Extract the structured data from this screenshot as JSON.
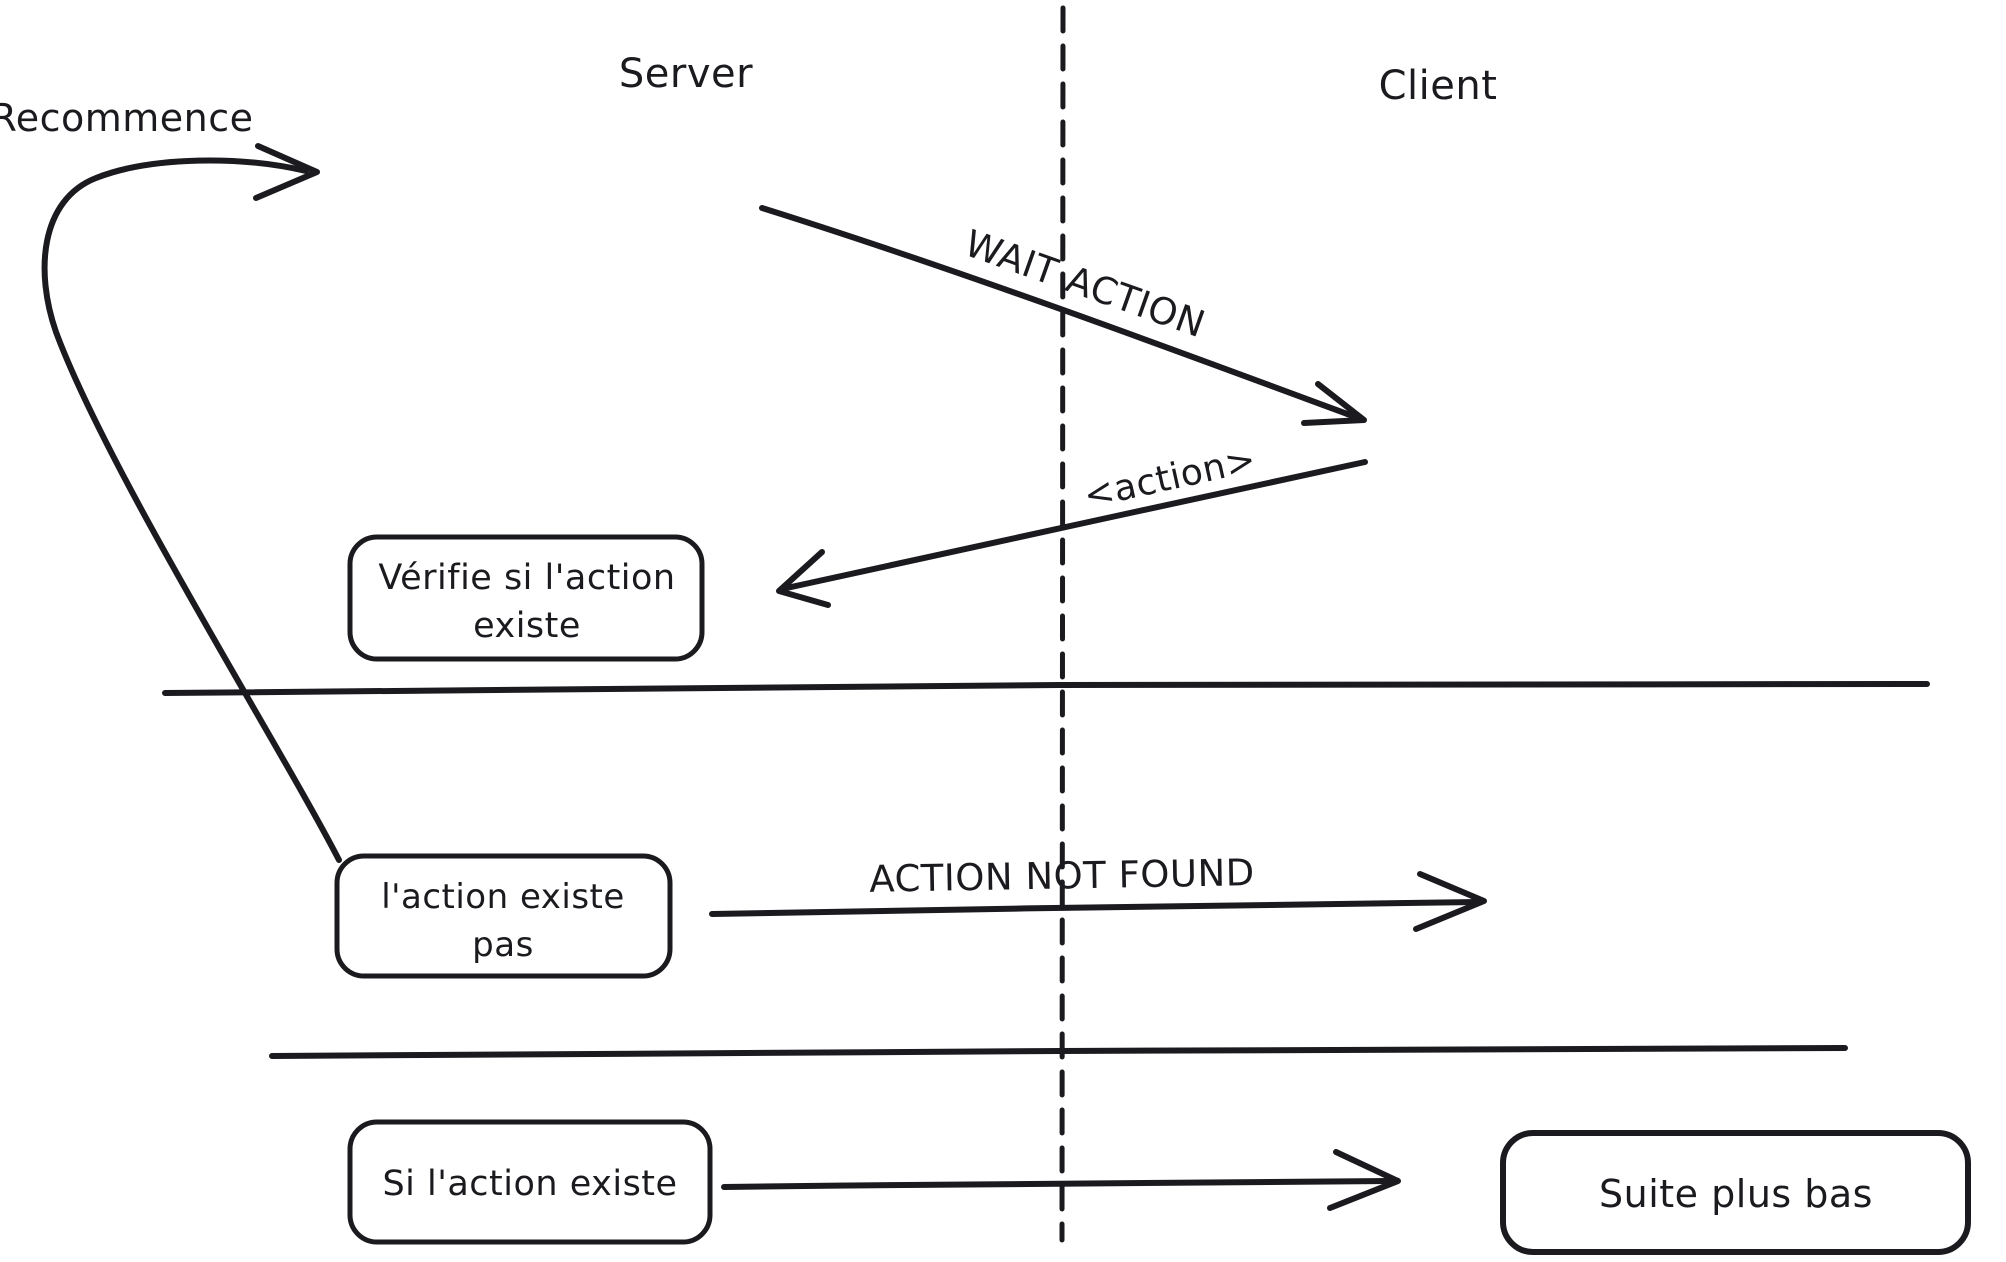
{
  "diagram": {
    "participants": {
      "server": "Server",
      "client": "Client"
    },
    "loop": {
      "label": "Recommence"
    },
    "messages": {
      "wait_action": "WAIT ACTION",
      "action_response": "<action>",
      "action_not_found": "ACTION NOT FOUND"
    },
    "notes": {
      "verify_line1": "Vérifie si l'action",
      "verify_line2": "existe",
      "not_exists_line1": "l'action existe",
      "not_exists_line2": "pas",
      "if_exists": "Si l'action existe",
      "continuation": "Suite plus bas"
    },
    "colors": {
      "ink": "#1b1b1f",
      "background": "#ffffff"
    }
  }
}
